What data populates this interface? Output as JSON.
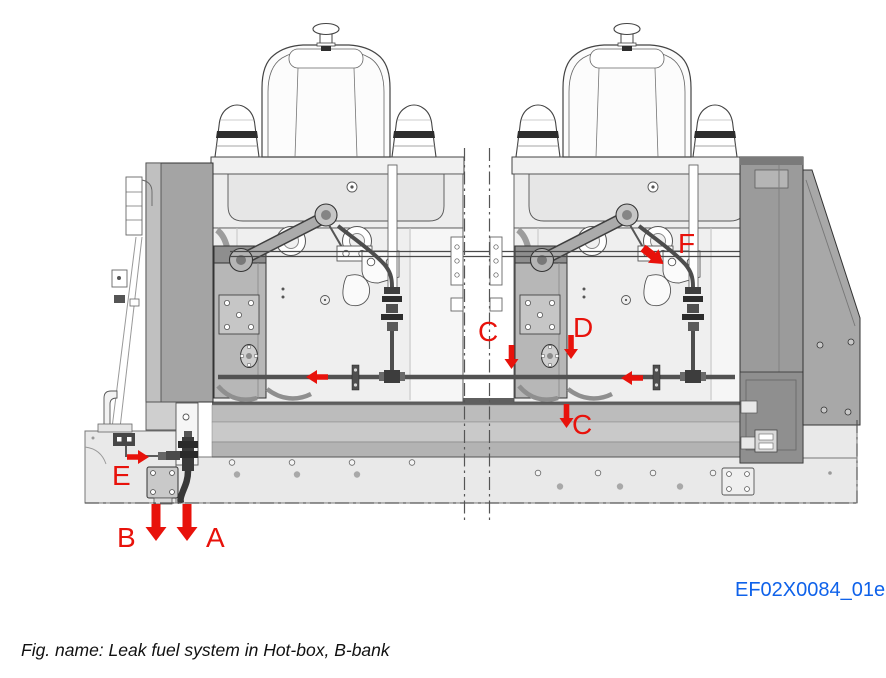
{
  "figure": {
    "caption": "Fig. name: Leak fuel system in Hot-box, B-bank",
    "reference_code": "EF02X0084_01en",
    "labels": {
      "A": "A",
      "B": "B",
      "C_upper": "C",
      "C_lower": "C",
      "D": "D",
      "E": "E",
      "F": "F"
    },
    "colors": {
      "annotation_red": "#e8120b",
      "reference_blue": "#0f62ea",
      "drawing_outline": "#444444"
    },
    "arrows": [
      {
        "id": "A",
        "direction": "down"
      },
      {
        "id": "B",
        "direction": "down"
      },
      {
        "id": "C-upper",
        "direction": "down"
      },
      {
        "id": "C-lower",
        "direction": "down"
      },
      {
        "id": "D",
        "direction": "down"
      },
      {
        "id": "E",
        "direction": "right"
      },
      {
        "id": "F",
        "direction": "down-right"
      },
      {
        "id": "leak-pipe-left-engine",
        "direction": "left"
      },
      {
        "id": "leak-pipe-right-engine",
        "direction": "left"
      }
    ]
  }
}
